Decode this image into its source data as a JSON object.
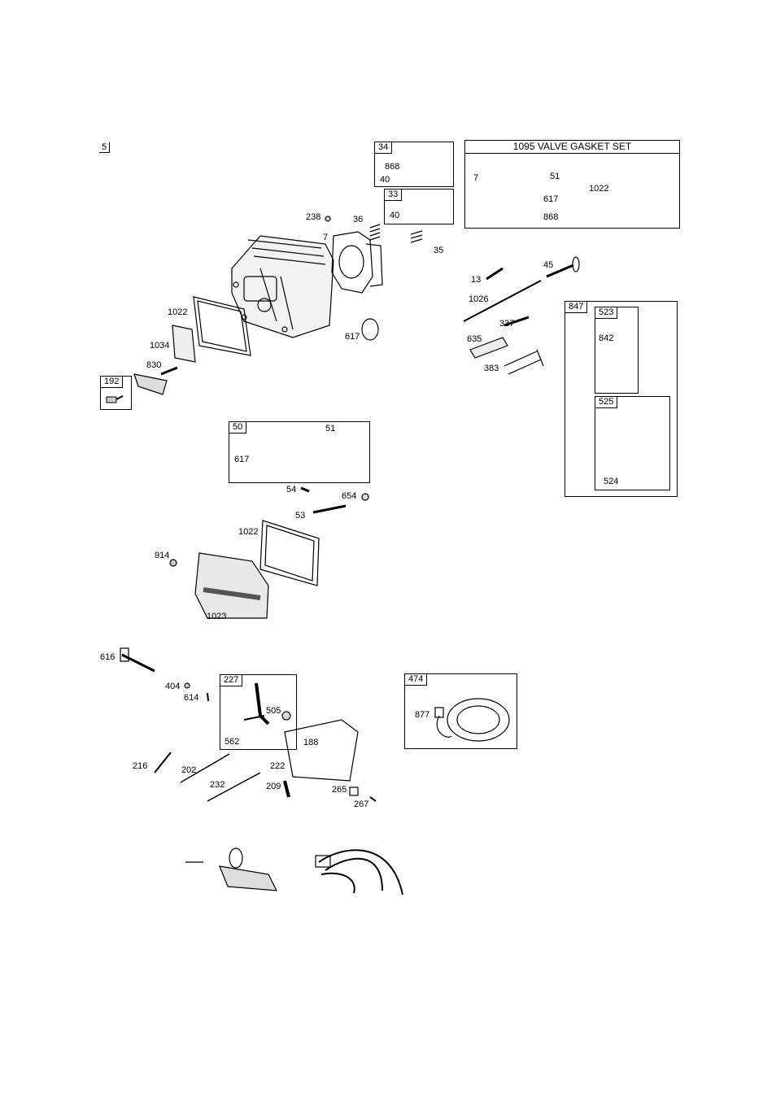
{
  "section_number": "5",
  "boxes": {
    "b34": {
      "tag": "34",
      "labels": [
        "868",
        "40"
      ]
    },
    "b33": {
      "tag": "33",
      "labels": [
        "40"
      ]
    },
    "b1095": {
      "title": "1095 VALVE GASKET SET",
      "labels": [
        "7",
        "51",
        "617",
        "1022",
        "868"
      ]
    },
    "b192": {
      "tag": "192"
    },
    "b50": {
      "tag": "50",
      "labels": [
        "51",
        "617"
      ]
    },
    "b847": {
      "tag": "847"
    },
    "b523": {
      "tag": "523",
      "labels": [
        "842"
      ]
    },
    "b525": {
      "tag": "525",
      "labels": [
        "524"
      ]
    },
    "b227": {
      "tag": "227",
      "labels": [
        "505",
        "562"
      ]
    },
    "b474": {
      "tag": "474",
      "labels": [
        "877"
      ]
    }
  },
  "callouts": {
    "c238": "238",
    "c36": "36",
    "c7": "7",
    "c35": "35",
    "c1022a": "1022",
    "c617a": "617",
    "c1034": "1034",
    "c830": "830",
    "c13": "13",
    "c45": "45",
    "c1026": "1026",
    "c337": "337",
    "c635": "635",
    "c383": "383",
    "c54": "54",
    "c654": "654",
    "c53": "53",
    "c1022b": "1022",
    "c914": "914",
    "c1023": "1023",
    "c616": "616",
    "c404": "404",
    "c614": "614",
    "c188": "188",
    "c216": "216",
    "c202": "202",
    "c222": "222",
    "c232": "232",
    "c209": "209",
    "c265": "265",
    "c267": "267"
  }
}
